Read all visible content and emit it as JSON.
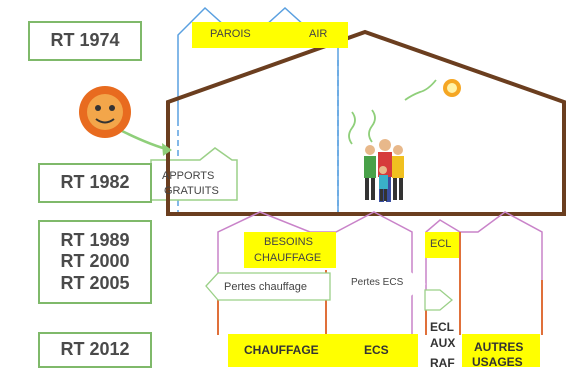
{
  "rt_boxes": {
    "rt1974": "RT 1974",
    "rt1982": "RT 1982",
    "rt1989": "RT 1989",
    "rt2000": "RT 2000",
    "rt2005": "RT 2005",
    "rt2012": "RT 2012"
  },
  "labels": {
    "parois": "PAROIS",
    "air": "AIR",
    "apports_l1": "APPORTS",
    "apports_l2": "GRATUITS",
    "besoins_l1": "BESOINS",
    "besoins_l2": "CHAUFFAGE",
    "ecl": "ECL",
    "pertes_chauffage": "Pertes chauffage",
    "pertes_ecs": "Pertes ECS",
    "chauffage": "CHAUFFAGE",
    "ecs": "ECS",
    "ecl_aux": "ECL",
    "aux": "AUX",
    "raf": "RAF",
    "autres": "AUTRES",
    "usages": "USAGES"
  },
  "colors": {
    "house_outline": "#6b3e1f",
    "rt_border": "#7fb96a",
    "highlight": "#ffff00",
    "blue_line": "#5aa0e0",
    "pink_line": "#c983c9",
    "orange_line": "#e0703a",
    "green_arrow": "#8fcf7a"
  },
  "icons": [
    "sun-face-icon",
    "light-bulb-icon",
    "family-icon"
  ]
}
